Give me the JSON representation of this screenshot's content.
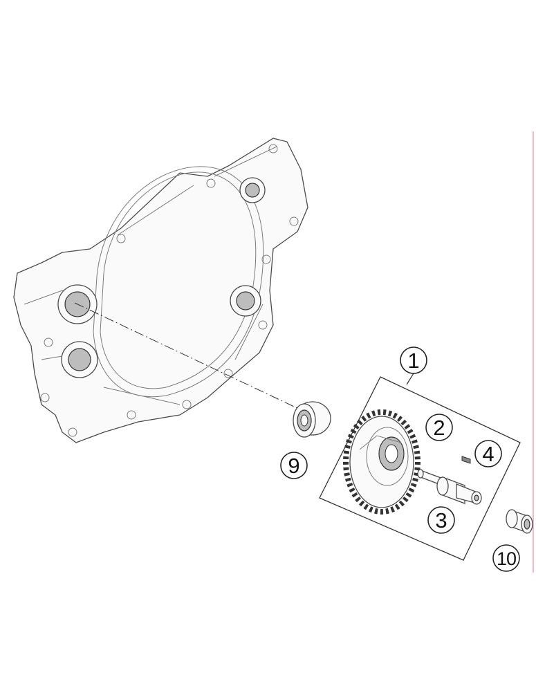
{
  "diagram": {
    "callouts": [
      {
        "id": "c1",
        "label": "1"
      },
      {
        "id": "c2",
        "label": "2"
      },
      {
        "id": "c3",
        "label": "3"
      },
      {
        "id": "c4",
        "label": "4"
      },
      {
        "id": "c9",
        "label": "9"
      },
      {
        "id": "c10",
        "label": "10"
      }
    ],
    "colors": {
      "line": "#333333",
      "edge_marker": "#e8a0b0",
      "background": "#ffffff"
    }
  }
}
